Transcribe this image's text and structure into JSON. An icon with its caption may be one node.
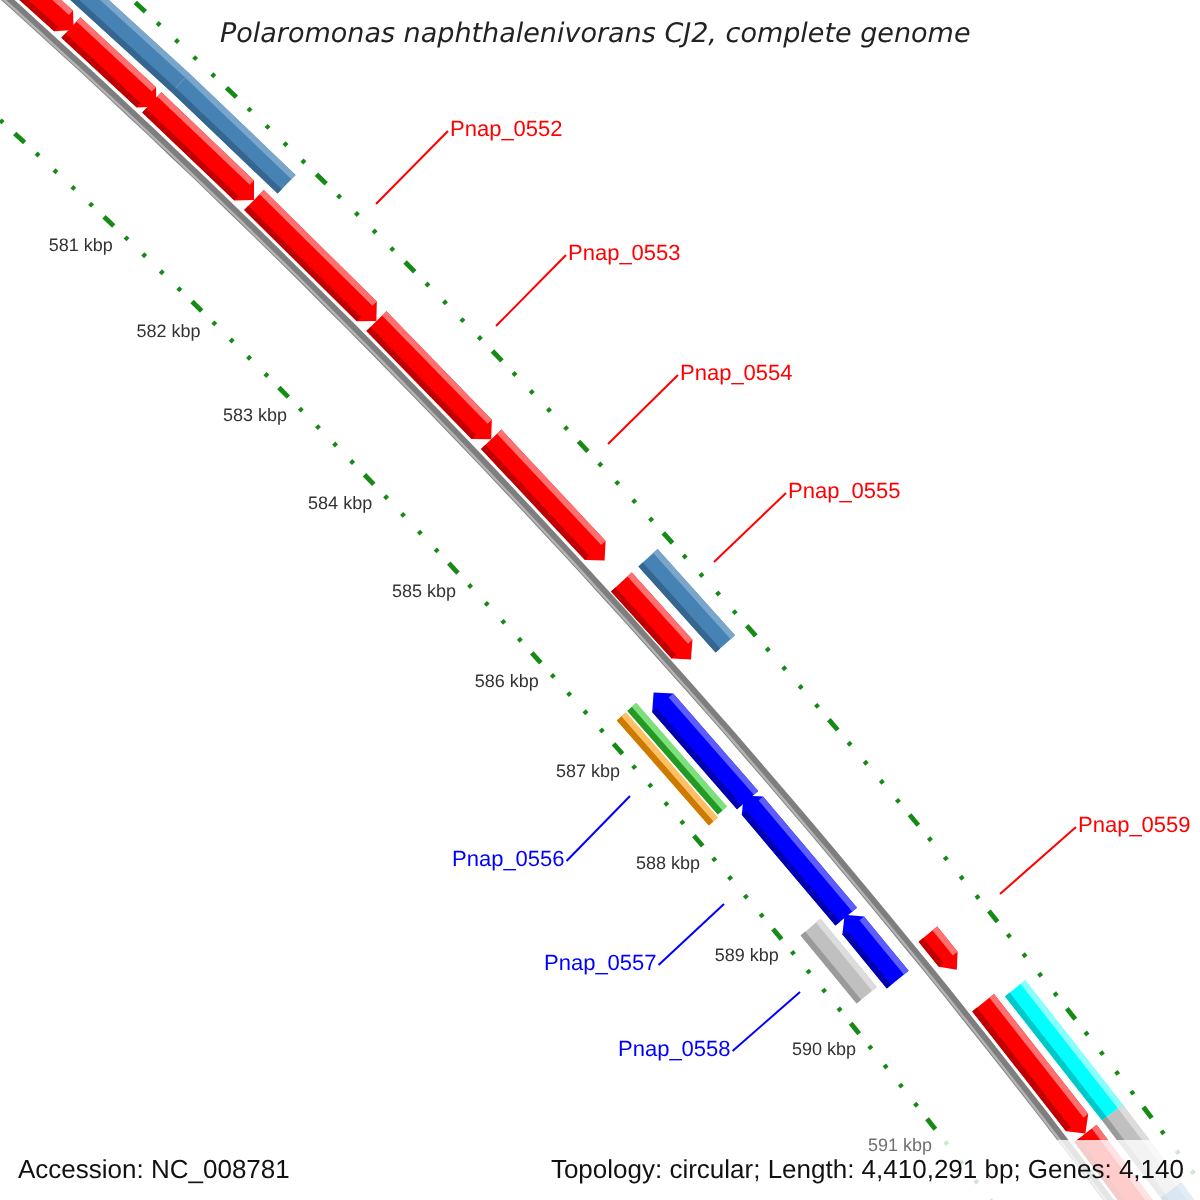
{
  "diagram": {
    "title": "Polaromonas naphthalenivorans CJ2, complete genome",
    "nodes": [
      {
        "text": [
          "Pnap_0552"
        ]
      },
      {
        "text": [
          "Pnap_0553"
        ]
      },
      {
        "text": [
          "Pnap_0554"
        ]
      },
      {
        "text": [
          "Pnap_0555"
        ]
      },
      {
        "text": [
          "Pnap_0559"
        ]
      },
      {
        "text": [
          "Pnap_0556"
        ]
      },
      {
        "text": [
          "Pnap_0557"
        ]
      },
      {
        "text": [
          "Pnap_0558"
        ]
      }
    ],
    "edges": [
      {
        "from": 0,
        "to": null,
        "arrow": "none"
      },
      {
        "from": 1,
        "to": null,
        "arrow": "none"
      },
      {
        "from": 2,
        "to": null,
        "arrow": "none"
      },
      {
        "from": 3,
        "to": null,
        "arrow": "none"
      },
      {
        "from": 4,
        "to": null,
        "arrow": "none"
      },
      {
        "from": 5,
        "to": null,
        "arrow": "none",
        "color": "#0000ff"
      },
      {
        "from": 6,
        "to": null,
        "arrow": "none",
        "color": "#0000ff"
      },
      {
        "from": 7,
        "to": null,
        "arrow": "none",
        "color": "#0000ff"
      }
    ],
    "labels": [
      "581 kbp",
      "582 kbp",
      "583 kbp",
      "584 kbp",
      "585 kbp",
      "586 kbp",
      "587 kbp",
      "588 kbp",
      "589 kbp",
      "590 kbp",
      "591 kbp",
      "Accession: NC_008781",
      "Topology: circular; Length: 4,410,291 bp; Genes: 4,140"
    ]
  }
}
